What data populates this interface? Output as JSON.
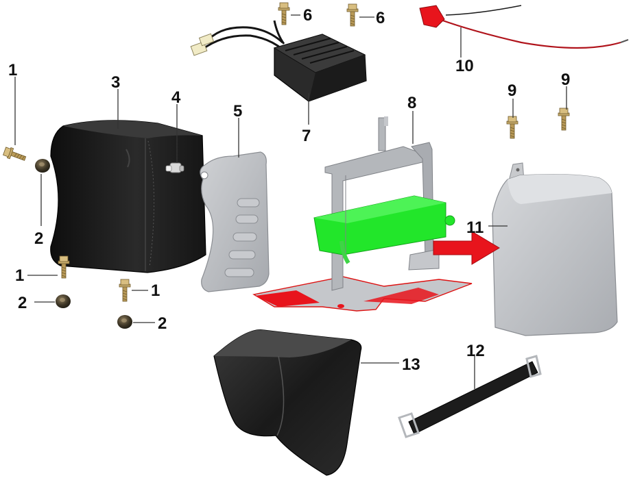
{
  "callouts": {
    "c1a": "1",
    "c1b": "1",
    "c1c": "1",
    "c2a": "2",
    "c2b": "2",
    "c2c": "2",
    "c3": "3",
    "c4": "4",
    "c5": "5",
    "c6a": "6",
    "c6b": "6",
    "c7": "7",
    "c8": "8",
    "c9a": "9",
    "c9b": "9",
    "c10": "10",
    "c11": "11",
    "c12": "12",
    "c13": "13"
  },
  "colors": {
    "background": "#ffffff",
    "black_plastic": "#1c1c1c",
    "metal_grey": "#b4b7bb",
    "tray_green": "#22e62a",
    "accent_red": "#e8141c",
    "brass": "#b99a58"
  },
  "icons": [
    "bolt-icon",
    "rubber-grommet-icon",
    "arrow-right-icon"
  ]
}
